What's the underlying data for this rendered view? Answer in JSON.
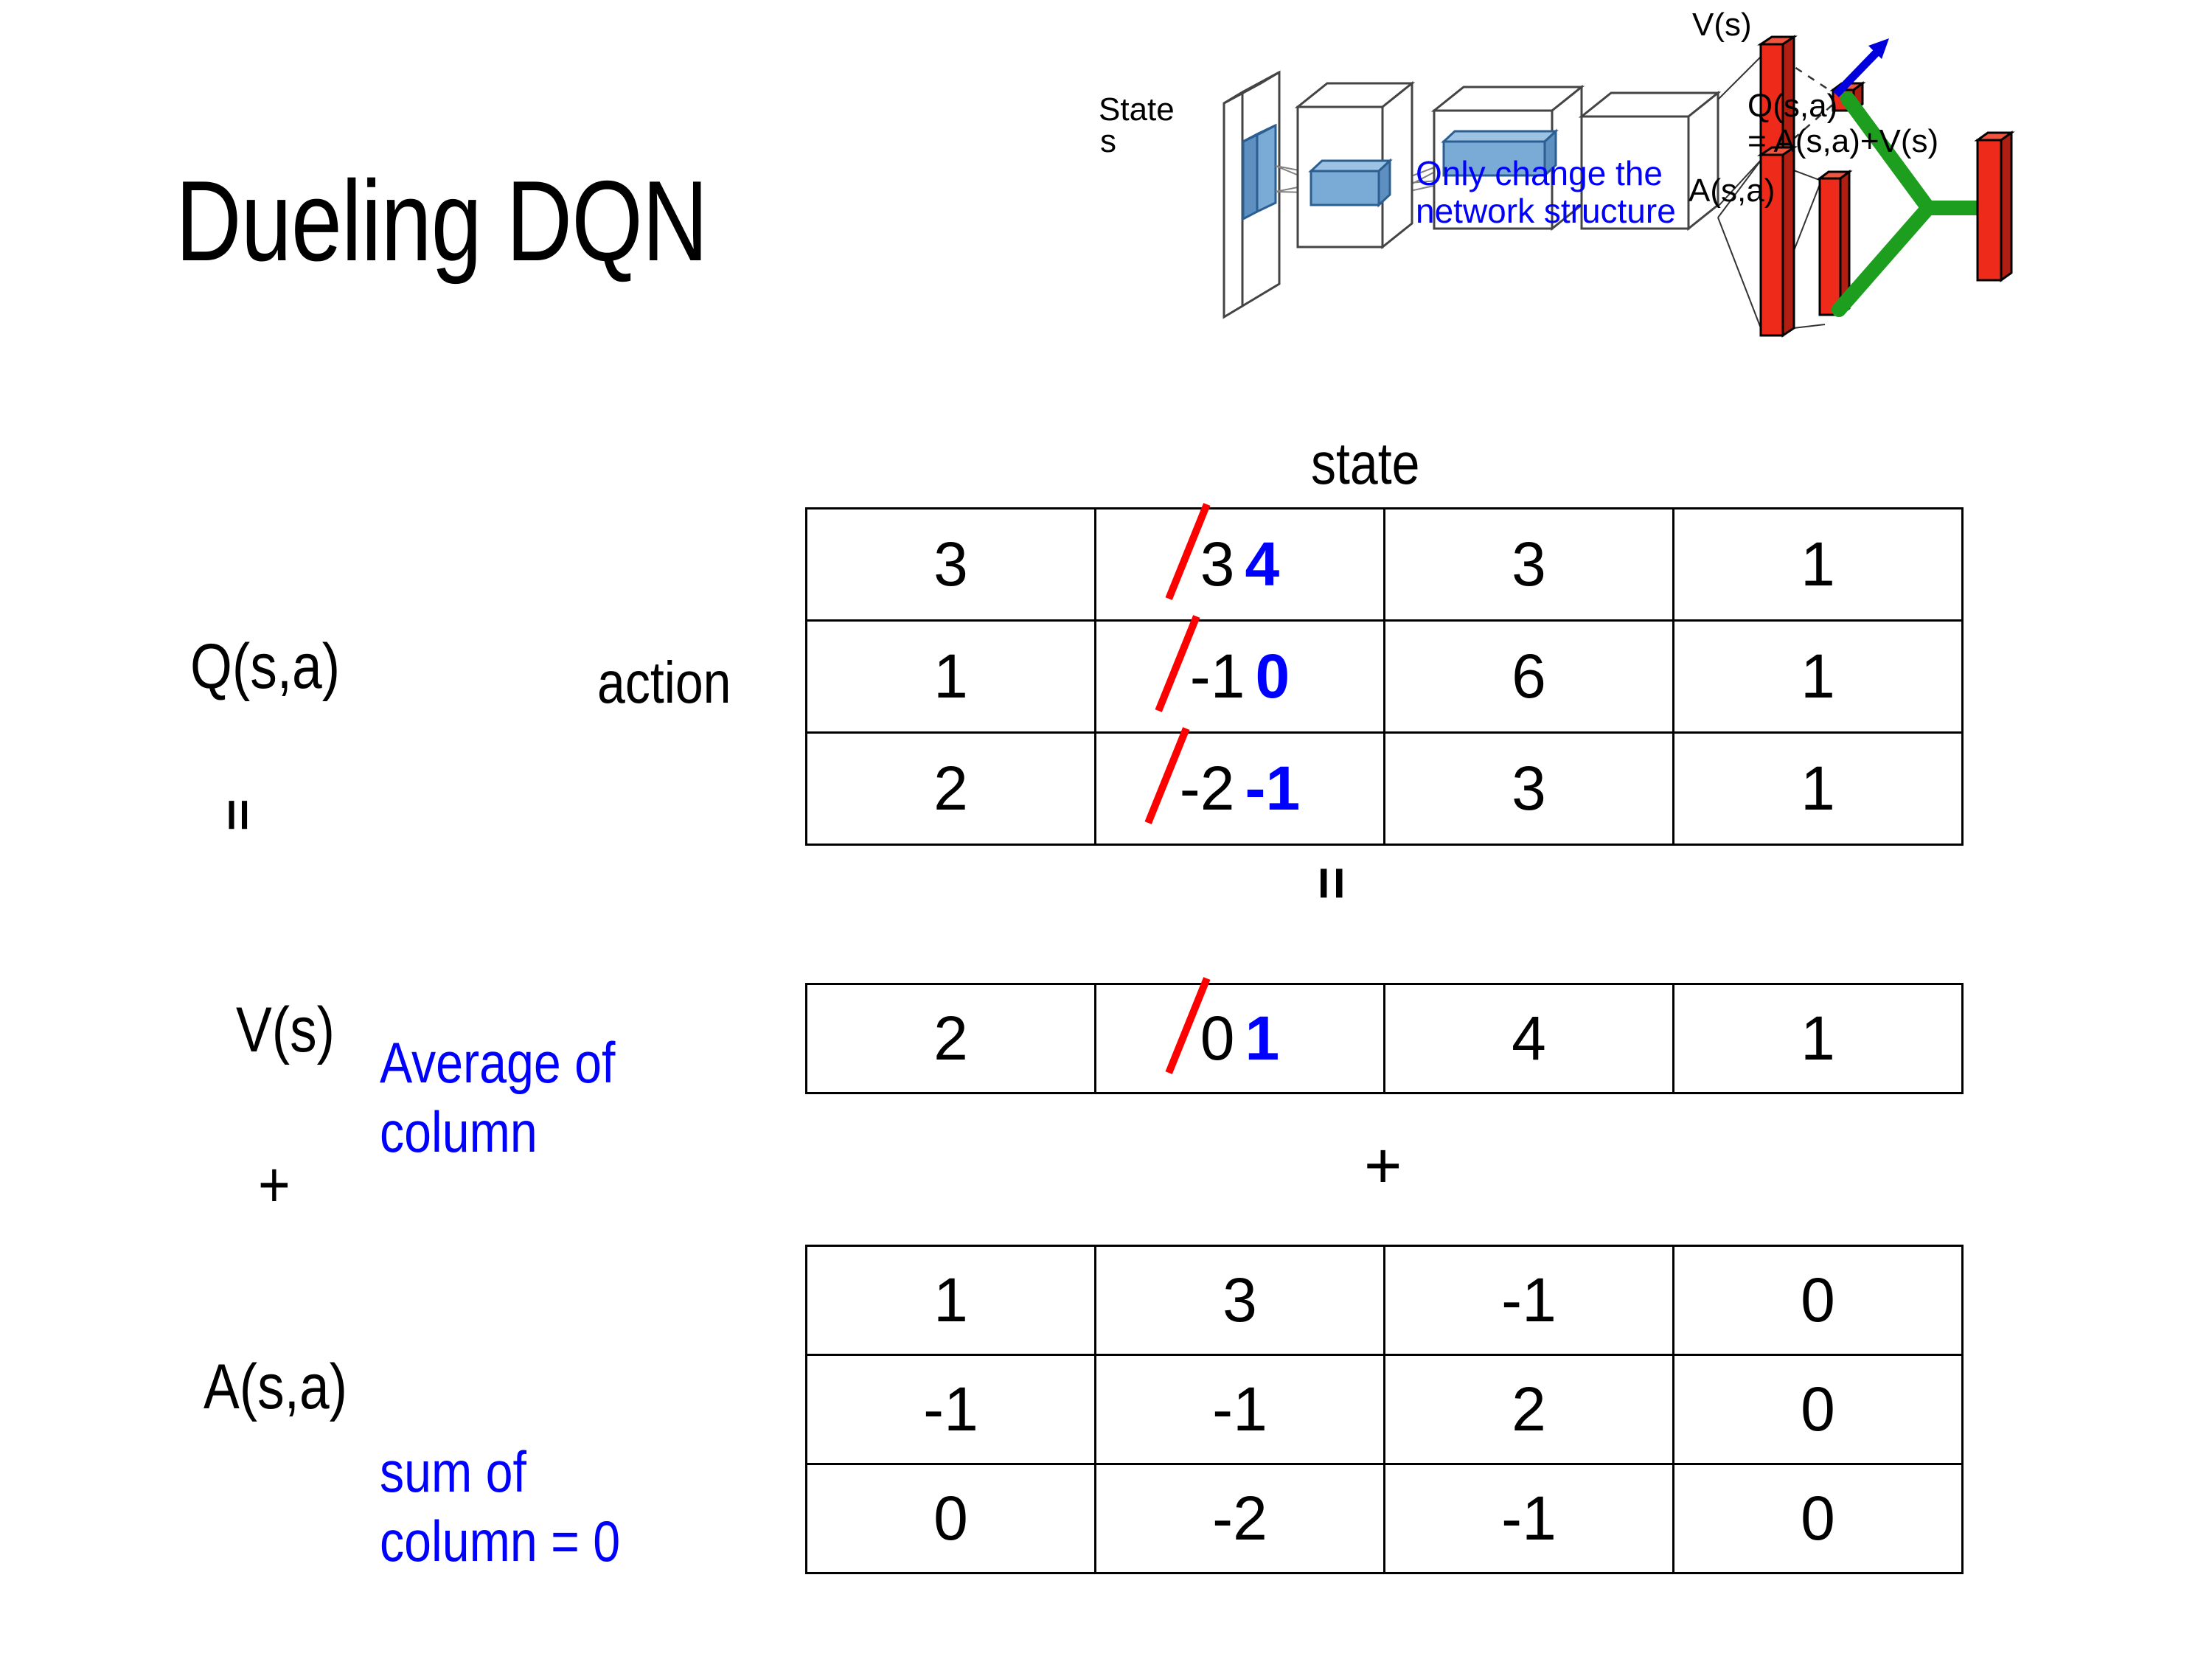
{
  "slide": {
    "title": "Dueling DQN",
    "background_color": "#FFFFFF"
  },
  "colors": {
    "text": "#000000",
    "accent_blue": "#0000FF",
    "strike_red": "#FF0000",
    "diagram_green": "#1E9E1E",
    "diagram_red_bar": "#EE2B1B",
    "diagram_blue_bar": "#6699CC"
  },
  "labels": {
    "q_label": "Q(s,a)",
    "equals_1": "=",
    "v_label": "V(s)",
    "plus_left": "+",
    "a_label": "A(s,a)",
    "action_axis": "action",
    "state_axis": "state",
    "equals_2": "=",
    "plus_mid": "+"
  },
  "notes": {
    "average_of_column": "Average of\ncolumn",
    "sum_of_column": "sum of\ncolumn = 0"
  },
  "diagram": {
    "state_label": "State",
    "state_sub": "s",
    "only_change_note": "Only change the\nnetwork structure",
    "v_output": "V(s)",
    "a_output": "A(s,a)",
    "q_output": "Q(s,a)\n= A(s,a)+V(s)"
  },
  "chart_data": {
    "type": "table",
    "title": "Dueling DQN: Q(s,a) = V(s) + A(s,a)",
    "row_axis": "action",
    "col_axis": "state",
    "tables": [
      {
        "name": "Q(s,a)",
        "rows": 3,
        "cols": 4,
        "values": [
          [
            "3",
            "3",
            "3",
            "1"
          ],
          [
            "1",
            "-1",
            "6",
            "1"
          ],
          [
            "2",
            "-2",
            "3",
            "1"
          ]
        ],
        "edits": [
          {
            "row": 0,
            "col": 1,
            "old": "3",
            "new": "4",
            "struck": true
          },
          {
            "row": 1,
            "col": 1,
            "old": "-1",
            "new": "0",
            "struck": true
          },
          {
            "row": 2,
            "col": 1,
            "old": "-2",
            "new": "-1",
            "struck": true
          }
        ]
      },
      {
        "name": "V(s)",
        "rows": 1,
        "cols": 4,
        "values": [
          [
            "2",
            "0",
            "4",
            "1"
          ]
        ],
        "edits": [
          {
            "row": 0,
            "col": 1,
            "old": "0",
            "new": "1",
            "struck": true
          }
        ]
      },
      {
        "name": "A(s,a)",
        "rows": 3,
        "cols": 4,
        "values": [
          [
            "1",
            "3",
            "-1",
            "0"
          ],
          [
            "-1",
            "-1",
            "2",
            "0"
          ],
          [
            "0",
            "-2",
            "-1",
            "0"
          ]
        ],
        "edits": []
      }
    ]
  }
}
